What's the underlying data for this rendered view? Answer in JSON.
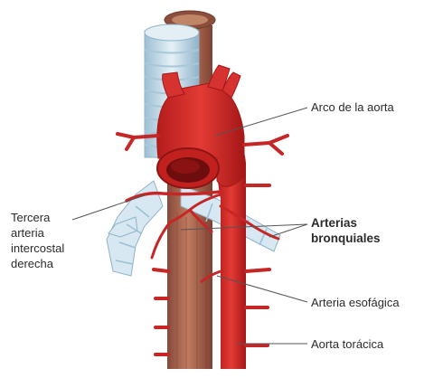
{
  "labels": {
    "arco": "Arco de la aorta",
    "tercera": [
      "Tercera",
      "arteria",
      "intercostal",
      "derecha"
    ],
    "bronquiales": [
      "Arterias",
      "bronquiales"
    ],
    "esofagica": "Arteria esofágica",
    "toracica": "Aorta torácica"
  },
  "colors": {
    "artery": "#d42a2a",
    "artery_dark": "#a71717",
    "artery_light": "#ea5a52",
    "trachea": "#cfe2ee",
    "trachea_ring": "#9dbfd3",
    "esophagus": "#b36f55",
    "esophagus_dark": "#86493a",
    "leader": "#555555",
    "text": "#2b2b2b"
  }
}
